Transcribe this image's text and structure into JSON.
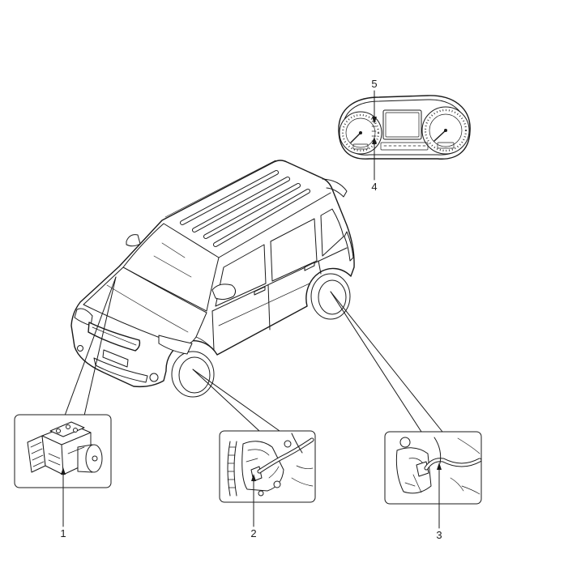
{
  "colors": {
    "stroke": "#1a1a1a",
    "background": "#ffffff"
  },
  "callouts": [
    {
      "label": "1"
    },
    {
      "label": "2"
    },
    {
      "label": "3"
    },
    {
      "label": "4"
    },
    {
      "label": "5"
    }
  ]
}
